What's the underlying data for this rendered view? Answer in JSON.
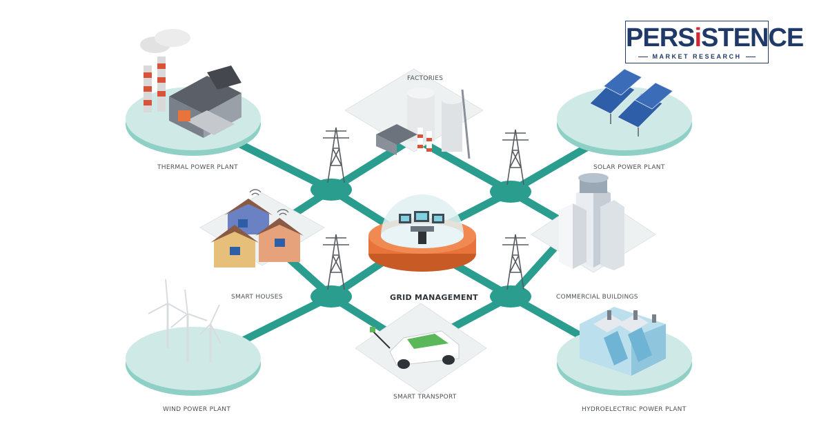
{
  "logo": {
    "name_part1": "PERS",
    "name_part2": "i",
    "name_part3": "STENCE",
    "tagline": "MARKET RESEARCH",
    "colors": {
      "primary": "#1f3a68",
      "accent": "#d22630"
    }
  },
  "nodes": {
    "thermal": "THERMAL POWER PLANT",
    "factories": "FACTORIES",
    "solar": "SOLAR POWER PLANT",
    "houses": "SMART HOUSES",
    "grid": "GRID MANAGEMENT",
    "commercial": "COMMERCIAL BUILDINGS",
    "wind": "WIND POWER PLANT",
    "transport": "SMART TRANSPORT",
    "hydro": "HYDROELECTRIC POWER PLANT"
  },
  "palette": {
    "line": "#2a9d8f",
    "platform": "#cfeae6",
    "platform_shadow": "#8fd0c6",
    "dome": "#e8743b"
  }
}
